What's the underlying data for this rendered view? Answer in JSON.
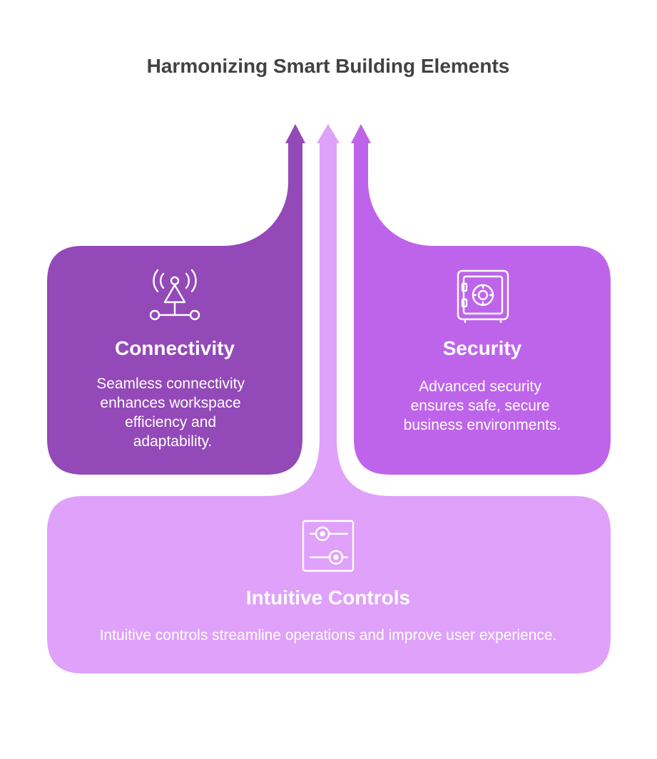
{
  "title": "Harmonizing Smart Building Elements",
  "colors": {
    "background": "#ffffff",
    "title_text": "#424242",
    "connectivity": "#9349b8",
    "security": "#be64ea",
    "intuitive_controls": "#dfa1fa",
    "card_text": "#ffffff"
  },
  "cards": {
    "connectivity": {
      "title": "Connectivity",
      "description_lines": [
        "Seamless connectivity",
        "enhances workspace",
        "efficiency and",
        "adaptability."
      ],
      "icon": "antenna-signal-icon"
    },
    "security": {
      "title": "Security",
      "description_lines": [
        "Advanced security",
        "ensures safe, secure",
        "business environments."
      ],
      "icon": "safe-vault-icon"
    },
    "intuitive_controls": {
      "title": "Intuitive Controls",
      "description_lines": [
        "Intuitive controls streamline operations and improve user experience."
      ],
      "icon": "slider-controls-icon"
    }
  }
}
